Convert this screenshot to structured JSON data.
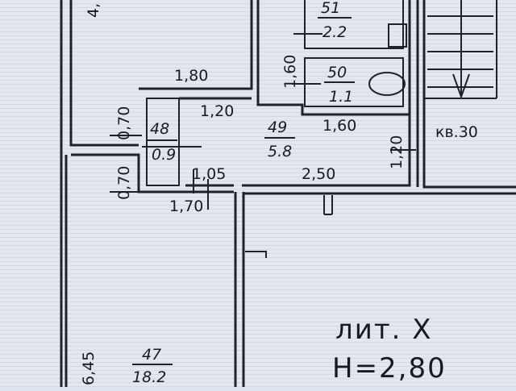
{
  "plan": {
    "rooms": [
      {
        "number": "51",
        "area": "2.2"
      },
      {
        "number": "50",
        "area": "1.1"
      },
      {
        "number": "49",
        "area": "5.8"
      },
      {
        "number": "48",
        "area": "0.9"
      },
      {
        "number": "47",
        "area": "18.2"
      }
    ],
    "dimensions": [
      "1,80",
      "1,20",
      "1,60",
      "1,60",
      "0,70",
      "0,70",
      "1,05",
      "2,50",
      "1,20",
      "1,70",
      "6,45",
      "4,"
    ],
    "apartment_label": "кв.30",
    "block_label": "лит. Х",
    "height_label": "Н=2,80"
  }
}
